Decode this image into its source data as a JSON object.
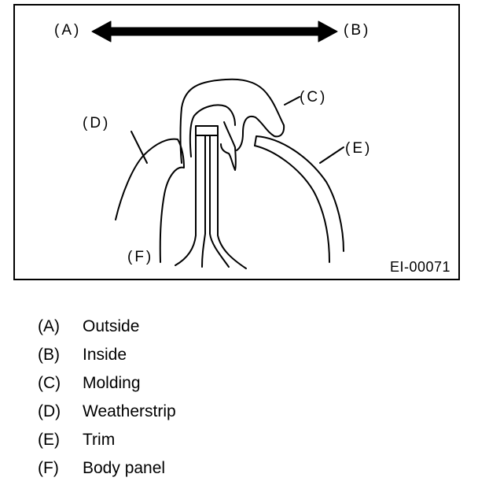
{
  "figure": {
    "id": "EI-00071",
    "callouts": {
      "A": "(A)",
      "B": "(B)",
      "C": "(C)",
      "D": "(D)",
      "E": "(E)",
      "F": "(F)"
    }
  },
  "legend": [
    {
      "key": "(A)",
      "label": "Outside"
    },
    {
      "key": "(B)",
      "label": "Inside"
    },
    {
      "key": "(C)",
      "label": "Molding"
    },
    {
      "key": "(D)",
      "label": "Weatherstrip"
    },
    {
      "key": "(E)",
      "label": "Trim"
    },
    {
      "key": "(F)",
      "label": "Body panel"
    }
  ],
  "colors": {
    "ink": "#000000",
    "paper": "#ffffff"
  }
}
